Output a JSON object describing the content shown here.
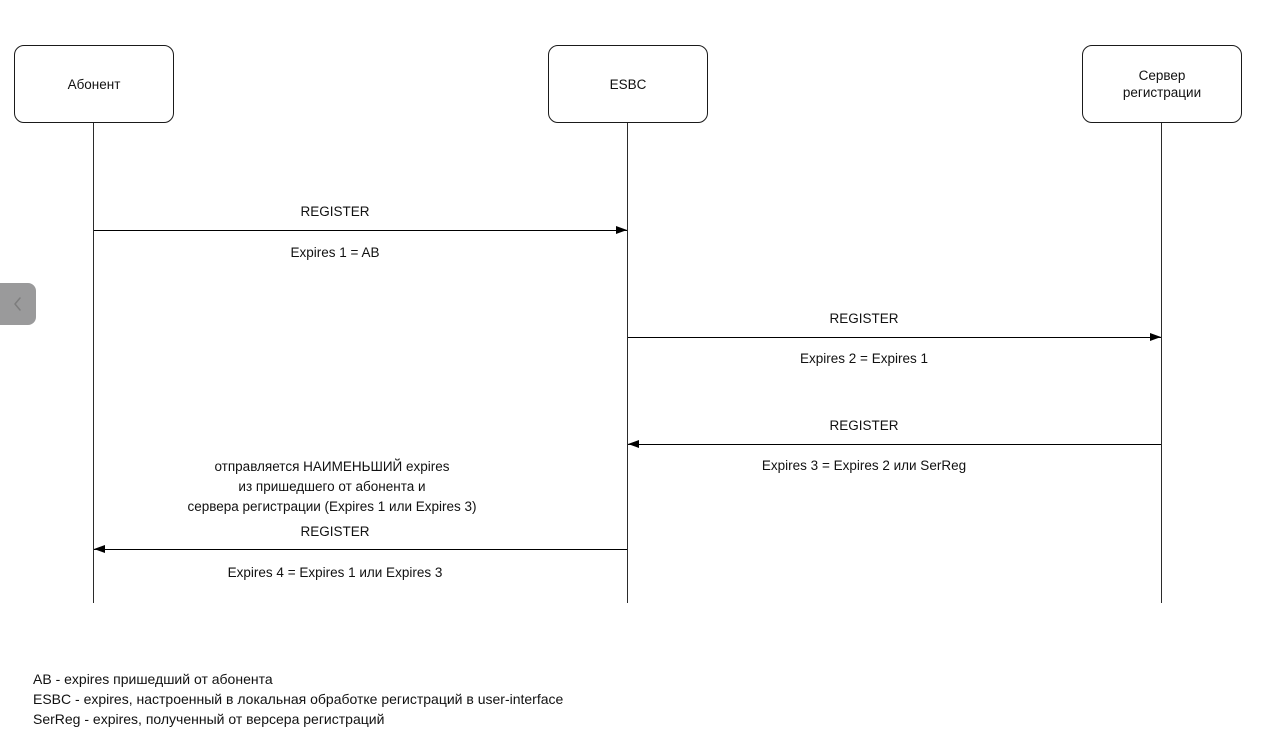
{
  "diagram": {
    "participants": [
      {
        "label": "Абонент"
      },
      {
        "label": "ESBC"
      },
      {
        "label": "Сервер\nрегистрации"
      }
    ],
    "messages": [
      {
        "label": "REGISTER",
        "sublabel": "Expires 1 = AB"
      },
      {
        "label": "REGISTER",
        "sublabel": "Expires 2 = Expires 1"
      },
      {
        "label": "REGISTER",
        "sublabel": "Expires 3 = Expires 2 или SerReg"
      },
      {
        "label": "REGISTER",
        "sublabel": "Expires 4 = Expires 1 или Expires 3"
      }
    ],
    "annotation": "отправляется НАИМЕНЬШИЙ expires\nиз пришедшего от абонента и\nсервера регистрации (Expires 1 или Expires 3)",
    "legend": [
      "AB - expires пришедший от абонента",
      "ESBC - expires, настроенный в локальная обработке регистраций в user-interface",
      "SerReg - expires, полученный от версера регистраций"
    ]
  },
  "side_panel_toggle": {
    "icon": "chevron-left"
  },
  "colors": {
    "background": "#ffffff",
    "line": "#000000",
    "text": "#111111",
    "tab_background": "#9a9a9b",
    "tab_icon": "#7d7d7d"
  }
}
